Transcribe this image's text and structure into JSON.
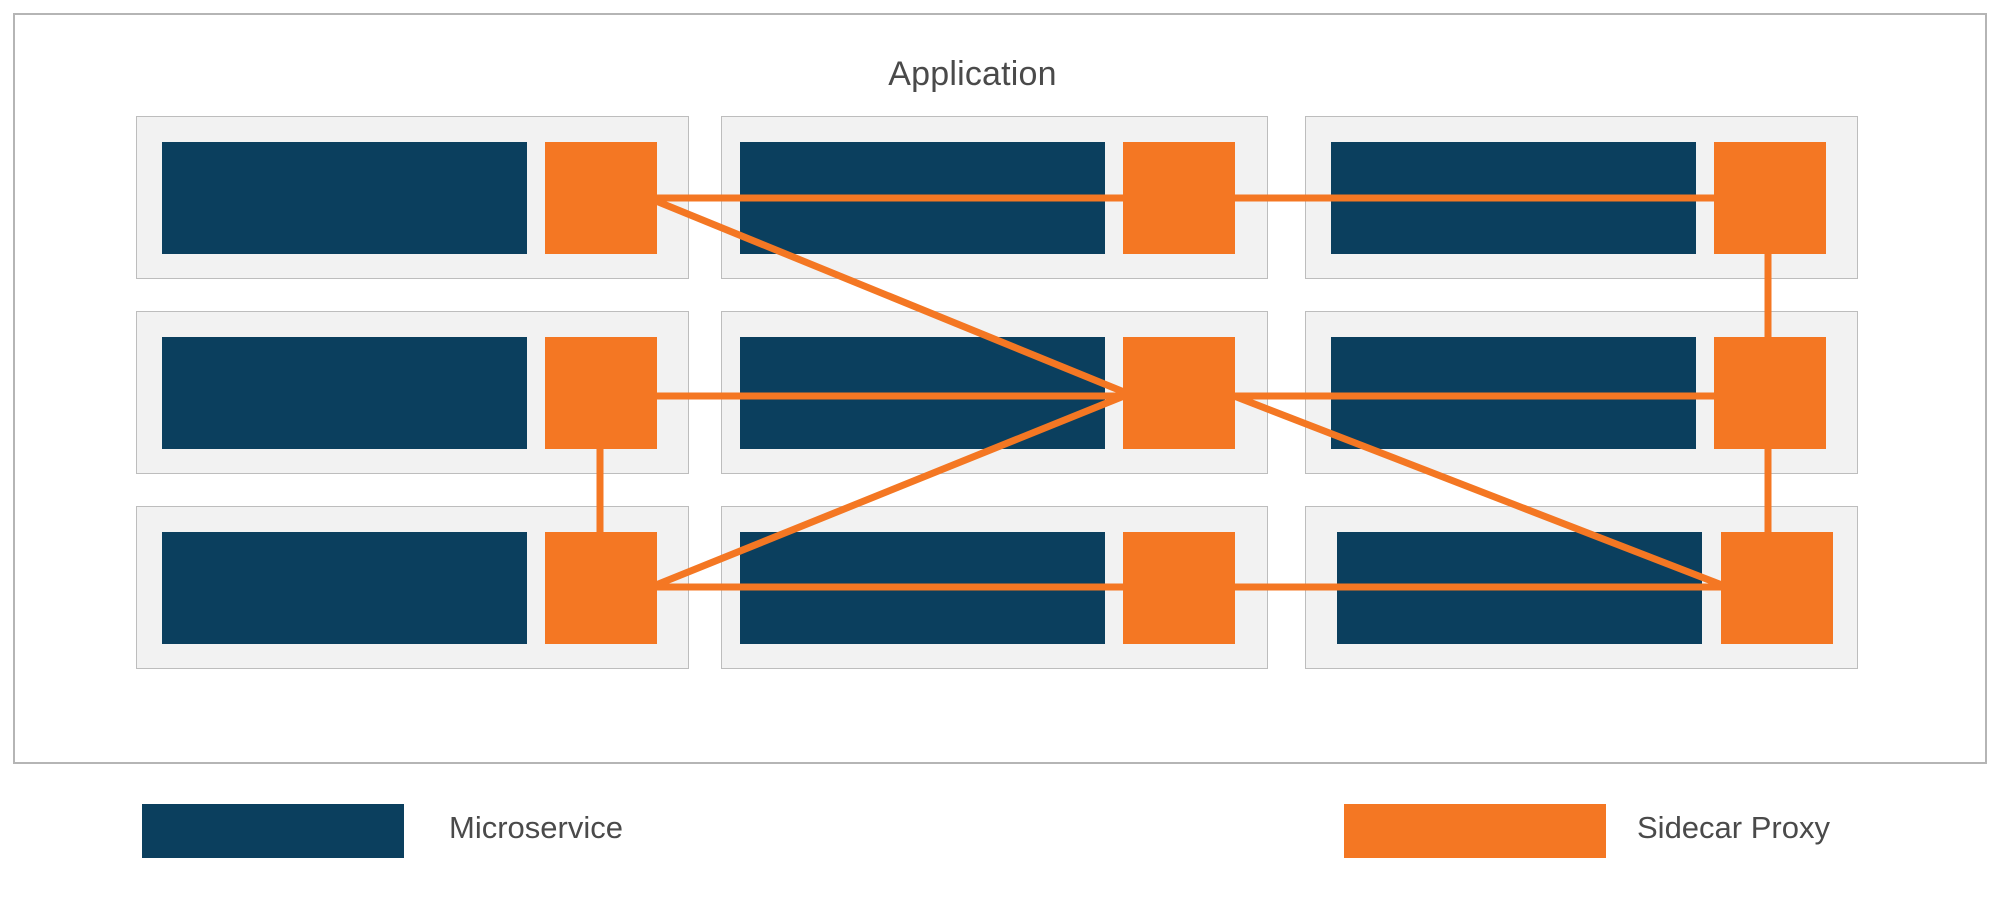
{
  "diagram": {
    "title": "Application",
    "colors": {
      "microservice": "#0b3f5e",
      "sidecar_proxy": "#f47723",
      "pod_background": "#f2f2f2",
      "pod_border": "#bdbdbd",
      "frame_border": "#b5b5b5",
      "text": "#4a4a4a"
    },
    "grid": {
      "rows": 3,
      "columns": 3
    },
    "nodes": [
      {
        "id": "r1c1",
        "row": 1,
        "col": 1,
        "microservice": "microservice",
        "proxy": "sidecar-proxy"
      },
      {
        "id": "r1c2",
        "row": 1,
        "col": 2,
        "microservice": "microservice",
        "proxy": "sidecar-proxy"
      },
      {
        "id": "r1c3",
        "row": 1,
        "col": 3,
        "microservice": "microservice",
        "proxy": "sidecar-proxy"
      },
      {
        "id": "r2c1",
        "row": 2,
        "col": 1,
        "microservice": "microservice",
        "proxy": "sidecar-proxy"
      },
      {
        "id": "r2c2",
        "row": 2,
        "col": 2,
        "microservice": "microservice",
        "proxy": "sidecar-proxy"
      },
      {
        "id": "r2c3",
        "row": 2,
        "col": 3,
        "microservice": "microservice",
        "proxy": "sidecar-proxy"
      },
      {
        "id": "r3c1",
        "row": 3,
        "col": 1,
        "microservice": "microservice",
        "proxy": "sidecar-proxy"
      },
      {
        "id": "r3c2",
        "row": 3,
        "col": 2,
        "microservice": "microservice",
        "proxy": "sidecar-proxy"
      },
      {
        "id": "r3c3",
        "row": 3,
        "col": 3,
        "microservice": "microservice",
        "proxy": "sidecar-proxy"
      }
    ],
    "links": [
      {
        "from": "r1c1",
        "to": "r1c2"
      },
      {
        "from": "r1c2",
        "to": "r1c3"
      },
      {
        "from": "r1c1",
        "to": "r2c2"
      },
      {
        "from": "r1c3",
        "to": "r2c3"
      },
      {
        "from": "r2c1",
        "to": "r2c2"
      },
      {
        "from": "r2c2",
        "to": "r2c3"
      },
      {
        "from": "r2c1",
        "to": "r3c1"
      },
      {
        "from": "r2c2",
        "to": "r3c1"
      },
      {
        "from": "r2c2",
        "to": "r3c3"
      },
      {
        "from": "r2c3",
        "to": "r3c3"
      },
      {
        "from": "r3c1",
        "to": "r3c2"
      },
      {
        "from": "r3c2",
        "to": "r3c3"
      }
    ]
  },
  "legend": {
    "microservice_label": "Microservice",
    "sidecar_label": "Sidecar Proxy"
  }
}
